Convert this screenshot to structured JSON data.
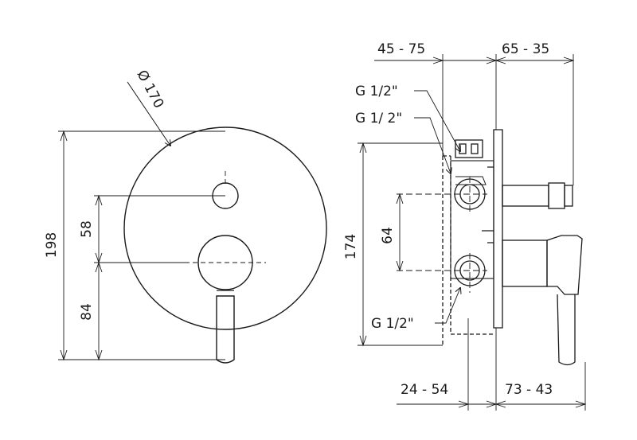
{
  "front_view": {
    "diameter_label": "Ø 170",
    "height_total": "198",
    "height_upper": "58",
    "height_lower": "84"
  },
  "side_view": {
    "top_left_dim": "45 - 75",
    "top_right_dim": "65 - 35",
    "bottom_left_dim": "24 - 54",
    "bottom_right_dim": "73 - 43",
    "height_dim": "174",
    "port_spacing": "64",
    "thread_top_1": "G 1/2\"",
    "thread_top_2": "G 1/ 2\"",
    "thread_bottom": "G 1/2\""
  },
  "colors": {
    "line": "#1a1a1a",
    "hidden": "#333333",
    "background": "#ffffff"
  }
}
